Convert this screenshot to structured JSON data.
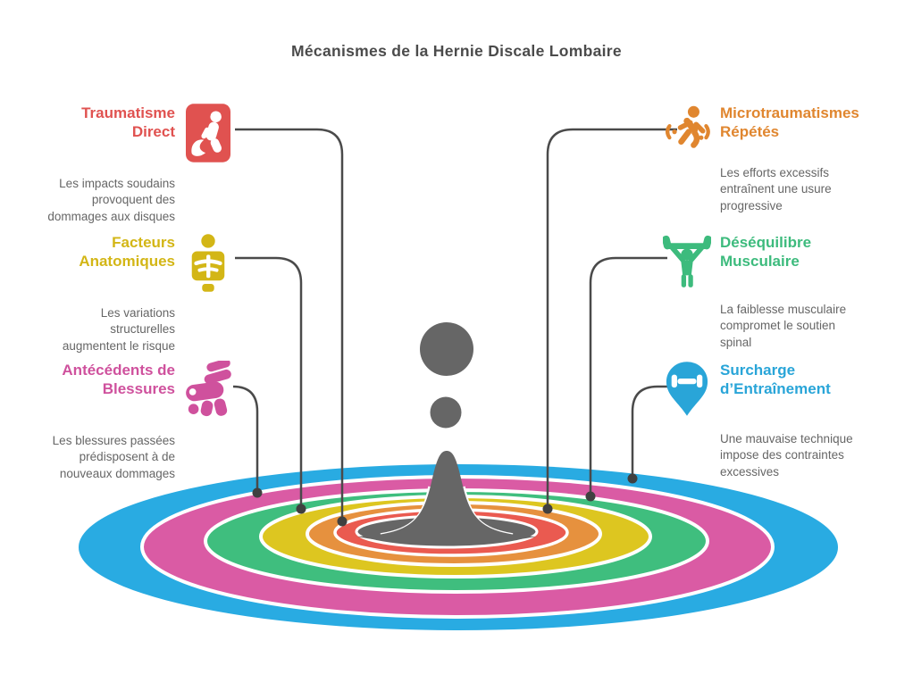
{
  "title": "Mécanismes de la Hernie Discale Lombaire",
  "items": [
    {
      "title": "Traumatisme\nDirect",
      "description": "Les impacts soudains\nprovoquent des\ndommages aux disques",
      "color": "#e05250",
      "icon": "person-falling-icon"
    },
    {
      "title": "Facteurs\nAnatomiques",
      "description": "Les variations\nstructurelles\naugmentent le risque",
      "color": "#d3b616",
      "icon": "skeleton-xray-icon"
    },
    {
      "title": "Antécédents de\nBlessures",
      "description": "Les blessures passées\nprédisposent à de\nnouveaux dommages",
      "color": "#cf519d",
      "icon": "bandaged-ankle-icon"
    },
    {
      "title": "Microtraumatismes\nRépétés",
      "description": "Les efforts excessifs\nentraînent une usure\nprogressive",
      "color": "#e0862f",
      "icon": "running-person-icon"
    },
    {
      "title": "Déséquilibre\nMusculaire",
      "description": "La faiblesse musculaire\ncompromet le soutien\nspinal",
      "color": "#3dbb7d",
      "icon": "weightlifter-icon"
    },
    {
      "title": "Surcharge\nd’Entraînement",
      "description": "Une mauvaise technique\nimpose des contraintes\nexcessives",
      "color": "#29a5d8",
      "icon": "pin-dumbbell-icon"
    }
  ],
  "rings": [
    {
      "name": "ring-blue",
      "color": "#29abe2"
    },
    {
      "name": "ring-pink",
      "color": "#da5ba4"
    },
    {
      "name": "ring-green",
      "color": "#3fbe7e"
    },
    {
      "name": "ring-yellow",
      "color": "#ddc620"
    },
    {
      "name": "ring-orange",
      "color": "#e6913e"
    },
    {
      "name": "ring-red",
      "color": "#ea5a50"
    },
    {
      "name": "ring-gray",
      "color": "#666666"
    }
  ],
  "splash": {
    "color": "#666666"
  },
  "connector": {
    "line_color": "#4a4a4a",
    "dot_color": "#404040"
  }
}
